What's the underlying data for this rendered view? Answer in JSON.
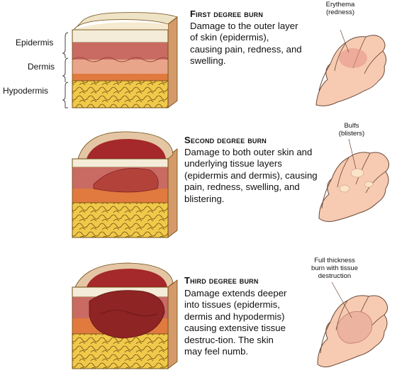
{
  "layer_labels": {
    "epidermis": "Epidermis",
    "dermis": "Dermis",
    "hypodermis": "Hypodermis"
  },
  "sections": [
    {
      "title": "First degree burn",
      "description": "Damage to the outer layer of skin (epidermis), causing pain, redness, and swelling.",
      "callout": [
        "Erythema",
        "(redness)"
      ]
    },
    {
      "title": "Second degree burn",
      "description": "Damage to both outer skin and underlying tissue layers (epidermis and dermis), causing pain, redness, swelling, and blistering.",
      "callout": [
        "Bulfs",
        "(blisters)"
      ]
    },
    {
      "title": "Third degree burn",
      "description": "Damage extends deeper into tissues (epidermis, dermis and hypodermis) causing extensive tissue destruc-tion. The skin may feel numb.",
      "callout": [
        "Full thickness",
        "burn with tissue",
        "destruction"
      ]
    }
  ],
  "colors": {
    "epidermis": "#f4ecd8",
    "dermis_top": "#c96a63",
    "dermis_mid": "#e8a58a",
    "dermis_low": "#e07a3e",
    "hypodermis": "#f0c94a",
    "burn": "#a5282a",
    "skin": "#f7cbb2"
  }
}
